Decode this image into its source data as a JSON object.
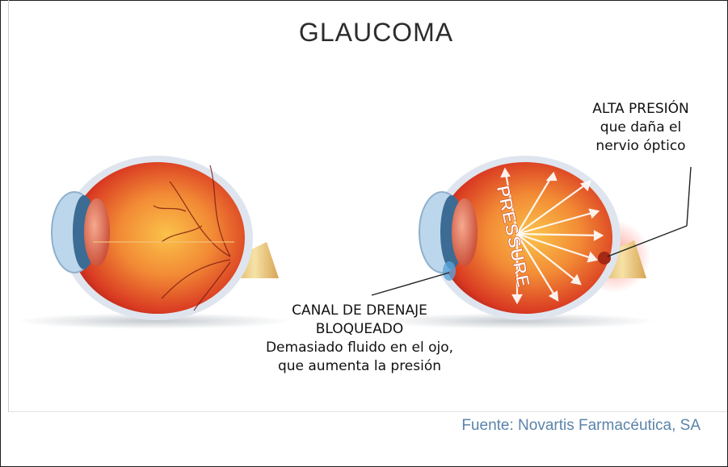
{
  "title": "GLAUCOMA",
  "callouts": {
    "high_pressure": [
      "ALTA PRESIÓN",
      "que daña el",
      "nervio óptico"
    ],
    "blocked_canal": [
      "CANAL DE DRENAJE",
      "BLOQUEADO",
      "Demasiado fluido en el ojo,",
      "que aumenta la presión"
    ]
  },
  "pressure_text": "PRESSURE",
  "source": "Fuente: Novartis Farmacéutica, SA",
  "colors": {
    "retina": "#e0442a",
    "retina_light": "#f6a53c",
    "sclera": "#cfd9e6",
    "lens": "#a7cfe9",
    "nerve": "#e6c27a",
    "source_text": "#5b84aa"
  }
}
